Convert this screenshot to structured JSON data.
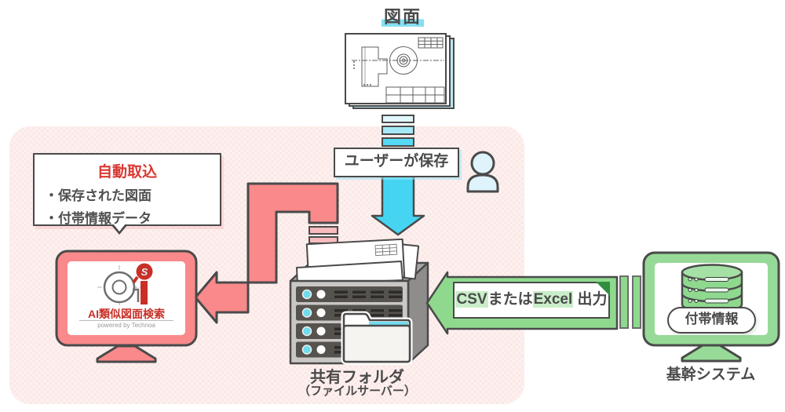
{
  "colors": {
    "accent_cyan": "#45d5f2",
    "accent_salmon": "#f9898a",
    "accent_green": "#8fd98f",
    "accent_red": "#c92f27",
    "text_dark": "#4a4a4a",
    "region_pink": "#fdf1ef"
  },
  "drawing": {
    "label": "図面"
  },
  "save_flow": {
    "label": "ユーザーが保存"
  },
  "auto_import": {
    "title": "自動取込",
    "items": [
      "・保存された図面",
      "・付帯情報データ"
    ]
  },
  "ai_search": {
    "logo_text": "AI類似図面検索",
    "powered_by": "powered by Technoa",
    "logo_mark": "S"
  },
  "shared_folder": {
    "label": "共有フォルダ",
    "sublabel": "（ファイルサーバー）"
  },
  "export": {
    "csv": "CSV",
    "or": "または",
    "excel": "Excel",
    "out": " 出力"
  },
  "core_system": {
    "db_label": "付帯情報",
    "label": "基幹システム"
  }
}
